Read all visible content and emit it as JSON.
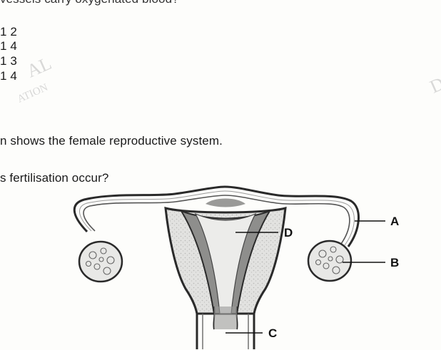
{
  "question_stem_cut": "vessels carry oxygenated blood?",
  "options": [
    "1 2",
    "1 4",
    "1 3",
    "1 4"
  ],
  "watermarks": [
    "AL",
    "ATION",
    "D"
  ],
  "intro": "n shows the female reproductive system.",
  "question": "s fertilisation occur?",
  "labels": {
    "a": "A",
    "b": "B",
    "c": "C",
    "d": "D"
  }
}
